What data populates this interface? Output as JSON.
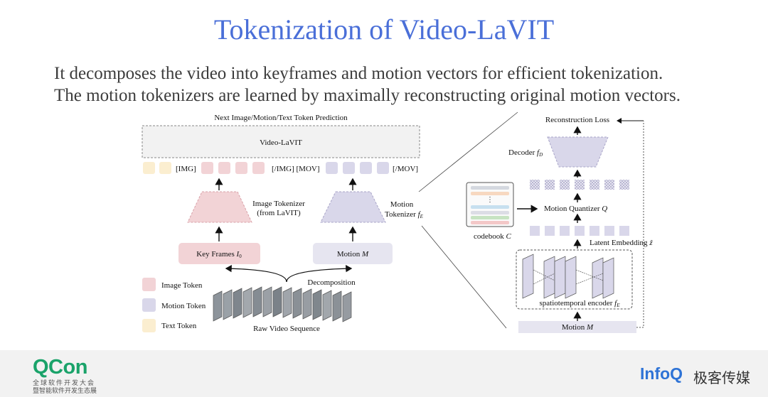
{
  "slide": {
    "title": "Tokenization of Video-LaVIT",
    "subtitle_line1": "It decomposes the video into keyframes and motion vectors for efficient tokenization.",
    "subtitle_line2": "The motion tokenizers are learned by maximally reconstructing original motion vectors."
  },
  "diagram": {
    "top_label": "Next Image/Motion/Text Token Prediction",
    "model_label": "Video-LaVIT",
    "tokens": {
      "img": "[IMG]",
      "img_end_mov": "[/IMG] [MOV]",
      "mov_end": "[/MOV]"
    },
    "image_tokenizer": [
      "Image Tokenizer",
      "(from LaVIT)"
    ],
    "motion_tokenizer": [
      "Motion",
      "Tokenizer "
    ],
    "motion_tokenizer_symbol": "f",
    "motion_tokenizer_sub": "E",
    "key_frames": "Key Frames ",
    "key_frames_symbol": "I",
    "key_frames_sub": "0",
    "motion_box": "Motion ",
    "motion_symbol": "M",
    "decomposition": "Decomposition",
    "raw_video": "Raw Video Sequence",
    "legend": [
      "Image Token",
      "Motion Token",
      "Text Token"
    ],
    "recon_loss": "Reconstruction Loss",
    "decoder": "Decoder ",
    "decoder_symbol": "f",
    "decoder_sub": "D",
    "quantizer": "Motion Quantizer ",
    "quantizer_symbol": "Q",
    "codebook": "codebook ",
    "codebook_symbol": "C",
    "codebook_dots": "⋮",
    "latent": "Latent Embedding ",
    "latent_symbol": "ẑ",
    "encoder": "spatiotemporal encoder ",
    "encoder_symbol": "f",
    "encoder_sub": "E",
    "motion_input": "Motion ",
    "motion_input_symbol": "M"
  },
  "footer": {
    "qcon": "QCon",
    "qcon_sub1": "全球软件开发大会",
    "qcon_sub2": "暨智能软件开发生态展",
    "infoq": "InfoQ",
    "infoq_cn": "极客传媒"
  },
  "colors": {
    "title": "#4a6fd8",
    "image_token": "#f2d3d6",
    "motion_token": "#d9d7ea",
    "text_token": "#fbeed0"
  }
}
